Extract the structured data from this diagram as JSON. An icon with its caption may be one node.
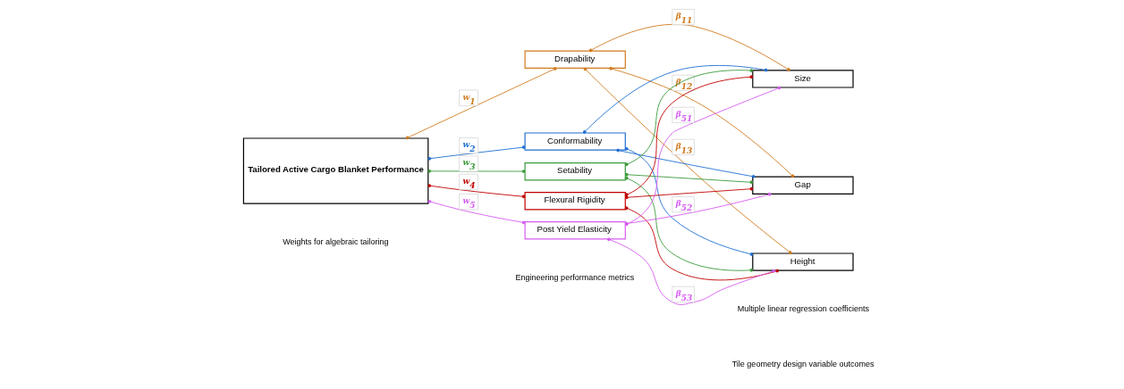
{
  "diagram": {
    "nodes": [
      {
        "text": [
          "Tailored Active Cargo Blanket Performance"
        ]
      },
      {
        "text": [
          "Drapability"
        ]
      },
      {
        "text": [
          "Conformability"
        ]
      },
      {
        "text": [
          "Setability"
        ]
      },
      {
        "text": [
          "Flexural Rigidity"
        ]
      },
      {
        "text": [
          "Post Yield Elasticity"
        ]
      },
      {
        "text": [
          "Size"
        ]
      },
      {
        "text": [
          "Gap"
        ]
      },
      {
        "text": [
          "Height"
        ]
      }
    ],
    "edges": [
      {
        "from": 0,
        "to": 1,
        "arrow": "other",
        "label": "w$_{1}$",
        "color": "#d07a1e"
      },
      {
        "from": 0,
        "to": 2,
        "arrow": "other",
        "label": "w$_{2}$",
        "color": "#1f6fd0"
      },
      {
        "from": 0,
        "to": 3,
        "arrow": "other",
        "label": "w$_{3}$",
        "color": "#3b9a3b"
      },
      {
        "from": 0,
        "to": 4,
        "arrow": "other",
        "label": "w$_{4}$",
        "color": "#c00000"
      },
      {
        "from": 0,
        "to": 5,
        "arrow": "other",
        "label": "w$_{5}$",
        "color": "#d65cf0"
      },
      {
        "from": 1,
        "to": 6,
        "arrow": "other",
        "label": "β$_{11}$",
        "color": "#d07a1e"
      },
      {
        "from": 1,
        "to": 7,
        "arrow": "other",
        "label": "β$_{12}$",
        "color": "#d07a1e"
      },
      {
        "from": 1,
        "to": 8,
        "arrow": "other",
        "label": "β$_{13}$",
        "color": "#d07a1e"
      },
      {
        "from": 2,
        "to": 6,
        "arrow": "other",
        "color": "#1f6fd0"
      },
      {
        "from": 2,
        "to": 7,
        "arrow": "other",
        "color": "#1f6fd0"
      },
      {
        "from": 2,
        "to": 8,
        "arrow": "other",
        "color": "#1f6fd0"
      },
      {
        "from": 3,
        "to": 6,
        "arrow": "other",
        "color": "#3b9a3b"
      },
      {
        "from": 3,
        "to": 7,
        "arrow": "other",
        "color": "#3b9a3b"
      },
      {
        "from": 3,
        "to": 8,
        "arrow": "other",
        "color": "#3b9a3b"
      },
      {
        "from": 4,
        "to": 6,
        "arrow": "other",
        "color": "#c00000"
      },
      {
        "from": 4,
        "to": 7,
        "arrow": "other",
        "color": "#c00000"
      },
      {
        "from": 4,
        "to": 8,
        "arrow": "other",
        "color": "#c00000"
      },
      {
        "from": 5,
        "to": 6,
        "arrow": "other",
        "label": "β$_{51}$",
        "color": "#d65cf0"
      },
      {
        "from": 5,
        "to": 7,
        "arrow": "other",
        "label": "β$_{52}$",
        "color": "#d65cf0"
      },
      {
        "from": 5,
        "to": 8,
        "arrow": "other",
        "label": "β$_{53}$",
        "color": "#d65cf0"
      }
    ],
    "labels": [
      "Weights for algebraic tailoring",
      "Engineering performance metrics",
      "Multiple linear regression coefficients",
      "Tile geometry design variable outcomes"
    ]
  }
}
